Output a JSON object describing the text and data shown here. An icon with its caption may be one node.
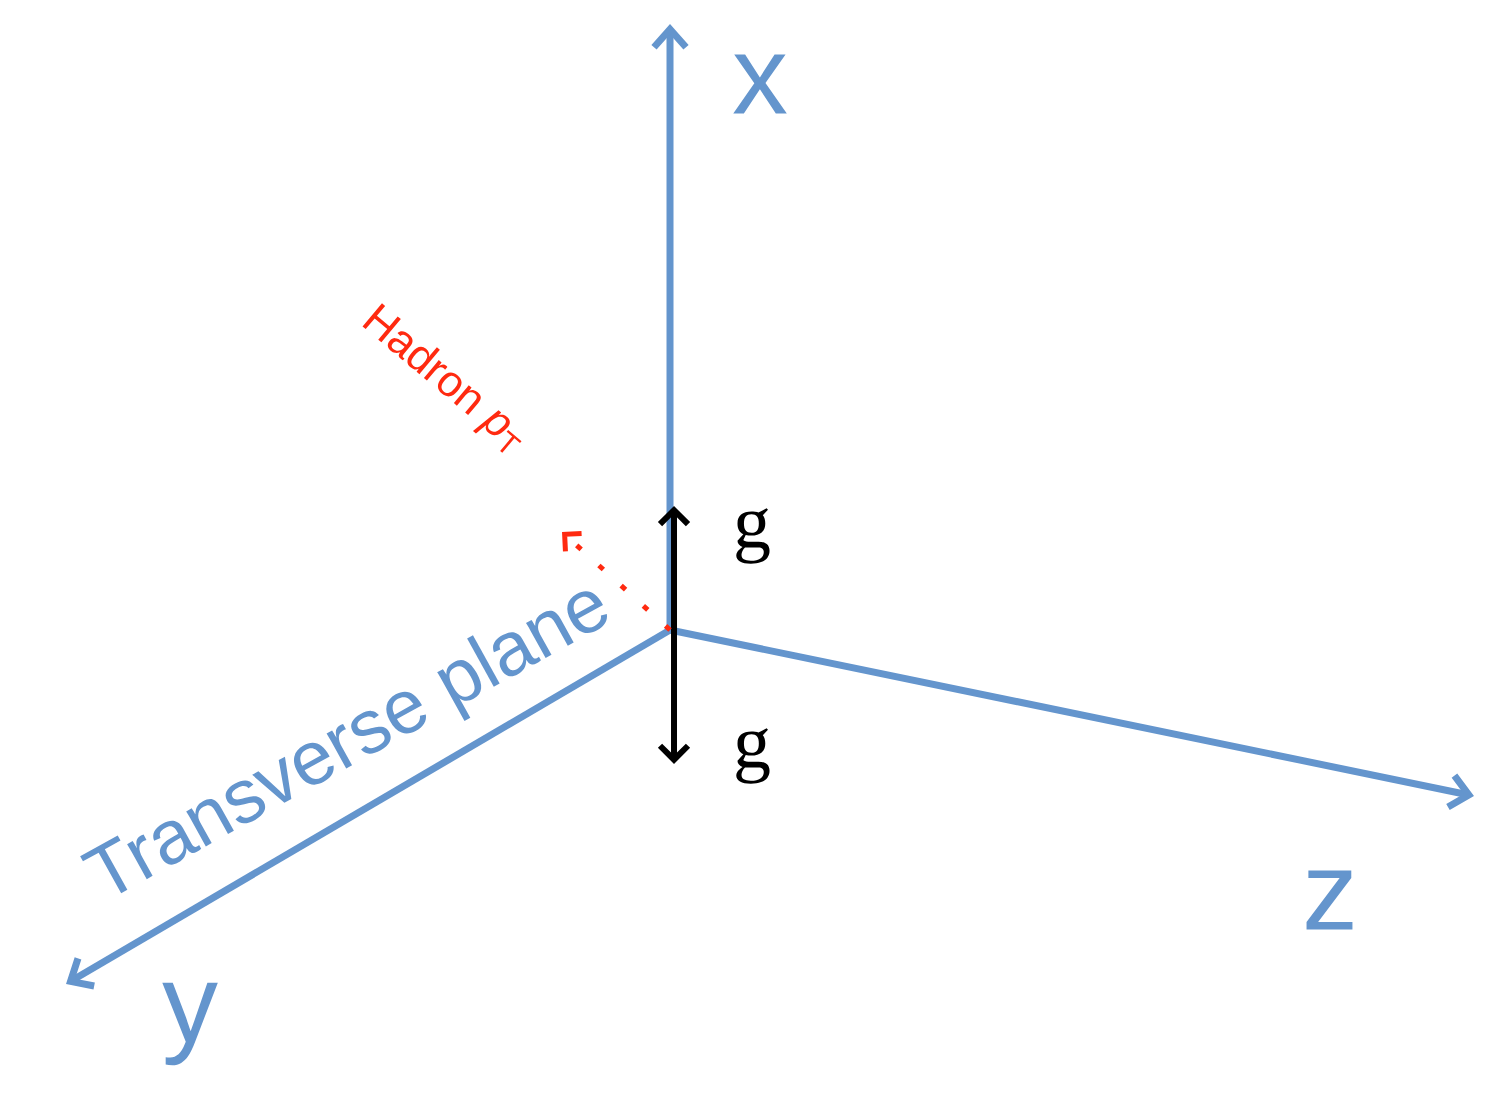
{
  "diagram": {
    "labels": [
      "x",
      "Hadron *p*$_{T}$",
      "g",
      "Transverse plane",
      "g",
      "z",
      "y"
    ]
  }
}
